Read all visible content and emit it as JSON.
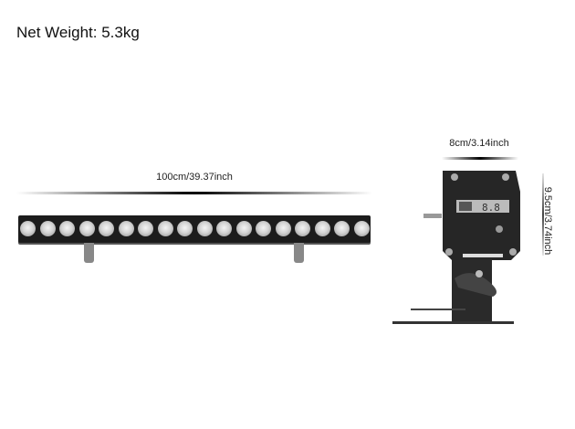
{
  "title": "Net Weight: 5.3kg",
  "width_label": "100cm/39.37inch",
  "depth_label": "8cm/3.14inch",
  "height_label": "9.5cm/3.74inch",
  "led_count": 18
}
